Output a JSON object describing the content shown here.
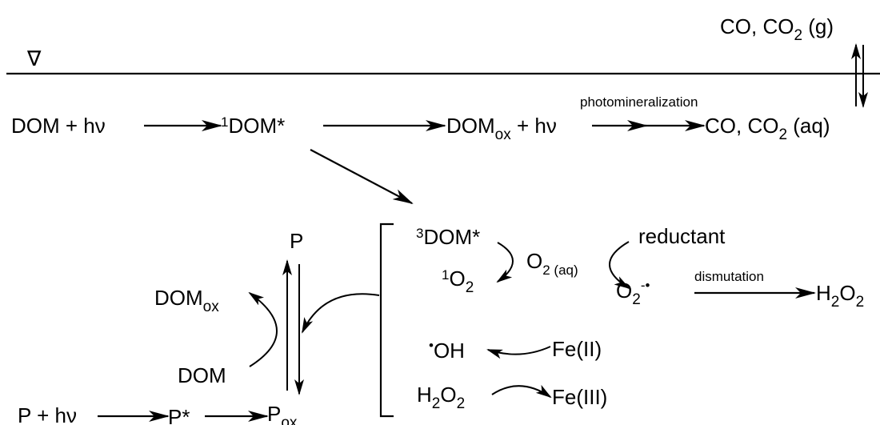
{
  "surface": {
    "water_level_symbol": "∇"
  },
  "gas_phase": {
    "species": "CO, CO",
    "subscript": "2",
    "phase": " (g)"
  },
  "top_row": {
    "reactant": "DOM + hν",
    "singlet": {
      "superscript": "1",
      "species": "DOM*"
    },
    "oxidized": {
      "species": "DOM",
      "subscript": "ox",
      "suffix": " + hν"
    },
    "process_label": "photomineralization",
    "aqueous_product": {
      "species": "CO, CO",
      "subscript": "2",
      "phase": " (aq)"
    }
  },
  "bracket_box": {
    "triplet": {
      "superscript": "3",
      "species": "DOM*"
    },
    "singlet_oxygen": {
      "superscript": "1",
      "species": "O",
      "subscript": "2"
    },
    "dissolved_oxygen": {
      "species": "O",
      "subscript": "2 (aq)"
    },
    "reductant": "reductant",
    "superoxide": {
      "species": "O",
      "subscript": "2",
      "superscript": "-•"
    },
    "dismutation_label": "dismutation",
    "peroxide_product": {
      "species": "H",
      "sub1": "2",
      "mid": "O",
      "sub2": "2"
    },
    "hydroxyl_radical": {
      "superscript": "•",
      "species": "OH"
    },
    "iron_ii": "Fe(II)",
    "iron_iii": "Fe(III)",
    "peroxide_reactant": {
      "species": "H",
      "sub1": "2",
      "mid": "O",
      "sub2": "2"
    }
  },
  "pollutant_cycle": {
    "pollutant_top": "P",
    "oxidized_dom": {
      "species": "DOM",
      "subscript": "ox"
    },
    "dom": "DOM",
    "reactant": "P + hν",
    "excited": "P*",
    "oxidized": {
      "species": "P",
      "subscript": "ox"
    }
  }
}
